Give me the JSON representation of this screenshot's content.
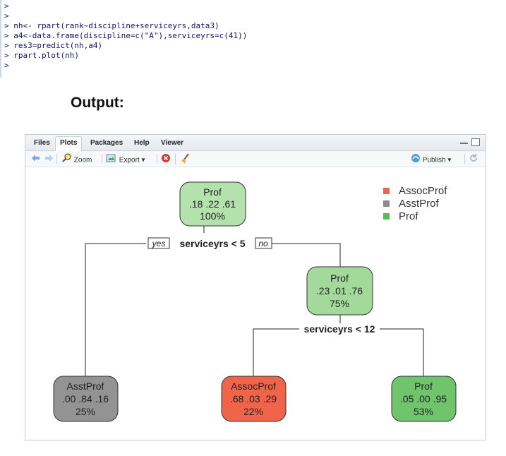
{
  "console": {
    "lines": [
      {
        "prompt": ">",
        "code": ""
      },
      {
        "prompt": ">",
        "code": ""
      },
      {
        "prompt": ">",
        "code": "nh<- rpart(rank~discipline+serviceyrs,data3)"
      },
      {
        "prompt": ">",
        "code": "a4<-data.frame(discipline=c(\"A\"),serviceyrs=c(41))"
      },
      {
        "prompt": ">",
        "code": "res3=predict(nh,a4)"
      },
      {
        "prompt": ">",
        "code": "rpart.plot(nh)"
      },
      {
        "prompt": ">",
        "code": ""
      }
    ]
  },
  "heading": "Output:",
  "pane": {
    "tabs": [
      "Files",
      "Plots",
      "Packages",
      "Help",
      "Viewer"
    ],
    "active_tab": "Plots",
    "toolbar": {
      "zoom_label": "Zoom",
      "export_label": "Export",
      "publish_label": "Publish"
    }
  },
  "tree": {
    "legend": [
      {
        "label": "AssocProf",
        "color": "#e8674a"
      },
      {
        "label": "AsstProf",
        "color": "#8c8c8c"
      },
      {
        "label": "Prof",
        "color": "#5bb85b"
      }
    ],
    "nodes": [
      {
        "id": "root",
        "class": "Prof",
        "probs": ".18 .22 .61",
        "pct": "100%",
        "fill": "#b4e2ad"
      },
      {
        "id": "n3",
        "class": "Prof",
        "probs": ".23 .01 .76",
        "pct": "75%",
        "fill": "#a3da9c"
      },
      {
        "id": "leaf-asst",
        "class": "AsstProf",
        "probs": ".00 .84 .16",
        "pct": "25%",
        "fill": "#939393"
      },
      {
        "id": "leaf-assoc",
        "class": "AssocProf",
        "probs": ".68 .03 .29",
        "pct": "22%",
        "fill": "#f0654a"
      },
      {
        "id": "leaf-prof",
        "class": "Prof",
        "probs": ".05 .00 .95",
        "pct": "53%",
        "fill": "#6fc46c"
      }
    ],
    "splits": [
      {
        "label": "serviceyrs < 5",
        "yes": "yes",
        "no": "no"
      },
      {
        "label": "serviceyrs < 12"
      }
    ]
  }
}
